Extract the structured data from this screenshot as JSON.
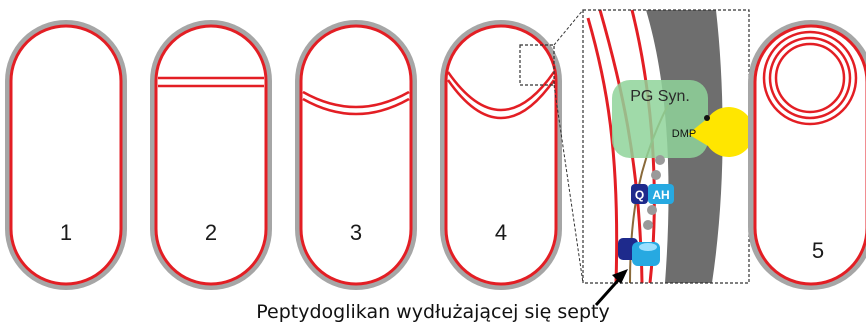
{
  "cells": [
    {
      "label": "1"
    },
    {
      "label": "2"
    },
    {
      "label": "3"
    },
    {
      "label": "4"
    },
    {
      "label": "5"
    }
  ],
  "inset": {
    "synthase_label": "PG Syn.",
    "dmp_label": "DMP",
    "q_label": "Q",
    "ah_label": "AH"
  },
  "caption": "Peptydoglikan wydłużającej się septy",
  "colors": {
    "membrane": "#e31e24",
    "wall": "#a6a6a6",
    "wall_dark": "#6e6e6e",
    "synthase": "#8fd39a",
    "dmp": "#ffe600",
    "q_badge": "#1e2a8c",
    "ah_badge": "#27a9e1"
  }
}
